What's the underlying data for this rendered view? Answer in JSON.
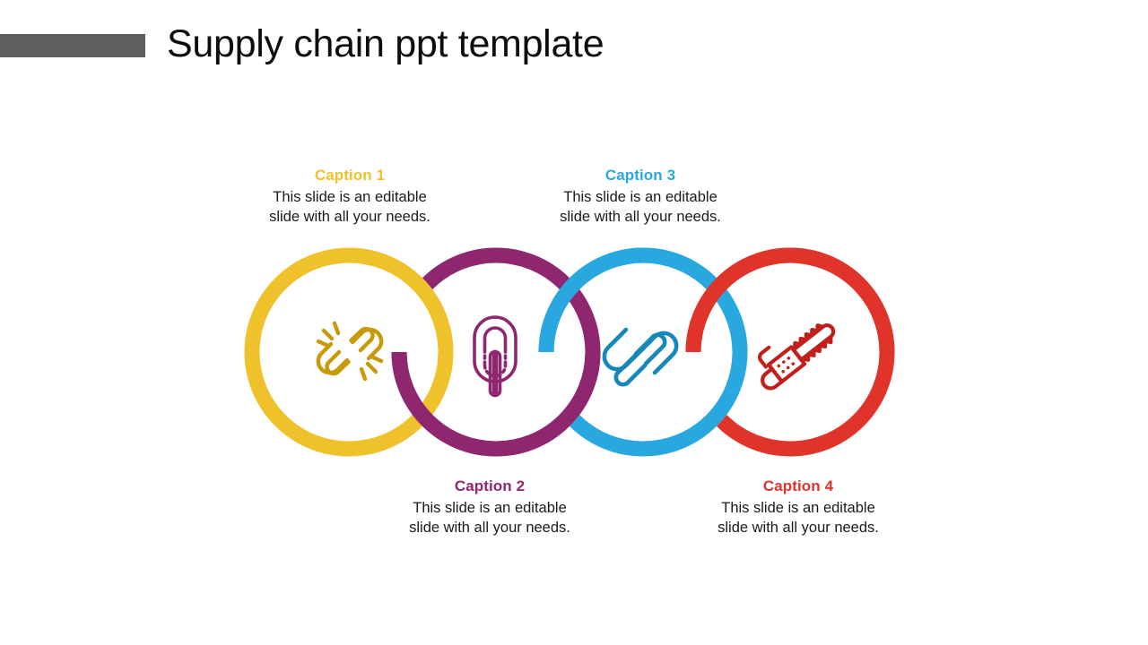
{
  "slide": {
    "title": "Supply chain ppt template",
    "accent_bar_color": "#5e5e5e",
    "background": "#ffffff"
  },
  "captions": [
    {
      "id": "caption-1",
      "title": "Caption 1",
      "body": "This slide is an editable\nslide with all your needs.",
      "color": "#efc12a",
      "position": "above"
    },
    {
      "id": "caption-2",
      "title": "Caption 2",
      "body": "This slide is an editable\nslide with all your needs.",
      "color": "#8e2670",
      "position": "below"
    },
    {
      "id": "caption-3",
      "title": "Caption 3",
      "body": "This slide is an editable\nslide with all your needs.",
      "color": "#29a8df",
      "position": "above"
    },
    {
      "id": "caption-4",
      "title": "Caption 4",
      "body": "This slide is an editable\nslide with all your needs.",
      "color": "#e0342a",
      "position": "below"
    }
  ],
  "rings": [
    {
      "id": "ring-1",
      "color": "#efc12a",
      "icon": "broken-chain-icon"
    },
    {
      "id": "ring-2",
      "color": "#8e2670",
      "icon": "chain-link-vertical-icon"
    },
    {
      "id": "ring-3",
      "color": "#29a8df",
      "icon": "chain-link-connected-icon"
    },
    {
      "id": "ring-4",
      "color": "#e0342a",
      "icon": "chainsaw-icon"
    }
  ]
}
